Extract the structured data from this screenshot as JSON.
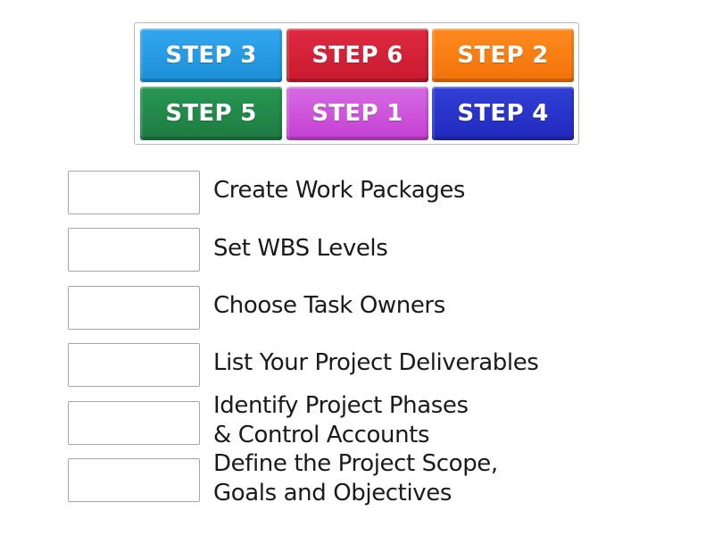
{
  "tiles": [
    {
      "label": "STEP 3",
      "color": "#1e97e2"
    },
    {
      "label": "STEP 6",
      "color": "#d41e35"
    },
    {
      "label": "STEP 2",
      "color": "#fd7b0f"
    },
    {
      "label": "STEP 5",
      "color": "#21884a"
    },
    {
      "label": "STEP 1",
      "color": "#c950d6"
    },
    {
      "label": "STEP 4",
      "color": "#2633c9"
    }
  ],
  "targets": [
    {
      "line1": "Create Work Packages",
      "line2": ""
    },
    {
      "line1": "Set WBS Levels",
      "line2": ""
    },
    {
      "line1": "Choose Task Owners",
      "line2": ""
    },
    {
      "line1": "List Your Project Deliverables",
      "line2": ""
    },
    {
      "line1": "Identify Project Phases",
      "line2": "& Control Accounts"
    },
    {
      "line1": "Define the Project Scope,",
      "line2": "Goals and Objectives"
    }
  ]
}
